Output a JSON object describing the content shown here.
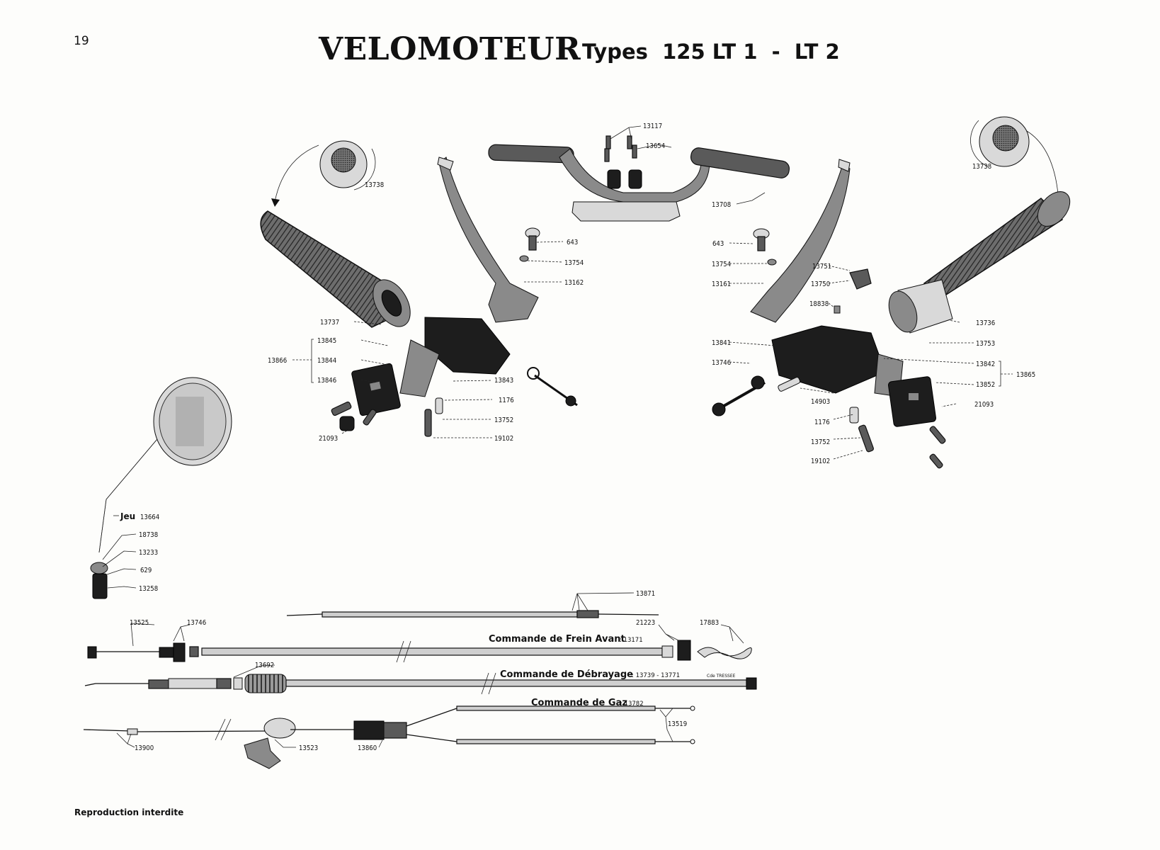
{
  "page_number": "19",
  "title": "VELOMOTEUR",
  "subtitle": "Types  125 LT 1  -  LT 2",
  "footer": "Reproduction interdite",
  "mirror": {
    "set_label": "Jeu",
    "set_ref": "13664",
    "parts": [
      "18738",
      "13233",
      "629",
      "13258"
    ]
  },
  "handlebar": {
    "refs": [
      "13117",
      "13654",
      "13708"
    ]
  },
  "left_assembly": {
    "refs": [
      "13738",
      "643",
      "13754",
      "13162",
      "13737",
      "13845",
      "13866",
      "13844",
      "13846",
      "13843",
      "1176",
      "13752",
      "19102",
      "21093"
    ]
  },
  "right_assembly": {
    "refs": [
      "13738",
      "643",
      "13754",
      "13161",
      "13751",
      "13750",
      "18838",
      "13736",
      "13841",
      "13753",
      "13746",
      "13842",
      "13865",
      "13852",
      "14903",
      "21093",
      "1176",
      "13752",
      "19102"
    ]
  },
  "cables": {
    "top_ref": "13871",
    "front_brake": {
      "label": "Commande de Frein Avant",
      "ref": ": 13171",
      "refs": [
        "13525",
        "13746",
        "21223",
        "17883"
      ]
    },
    "clutch": {
      "label": "Commande de Débrayage",
      "ref": ": 13739  -  13771",
      "note": "Cde TRESSEE",
      "extra_ref": "13692"
    },
    "throttle": {
      "label": "Commande de Gaz",
      "ref": ": 13782",
      "refs": [
        "13519",
        "13900",
        "13523",
        "13860"
      ]
    }
  }
}
